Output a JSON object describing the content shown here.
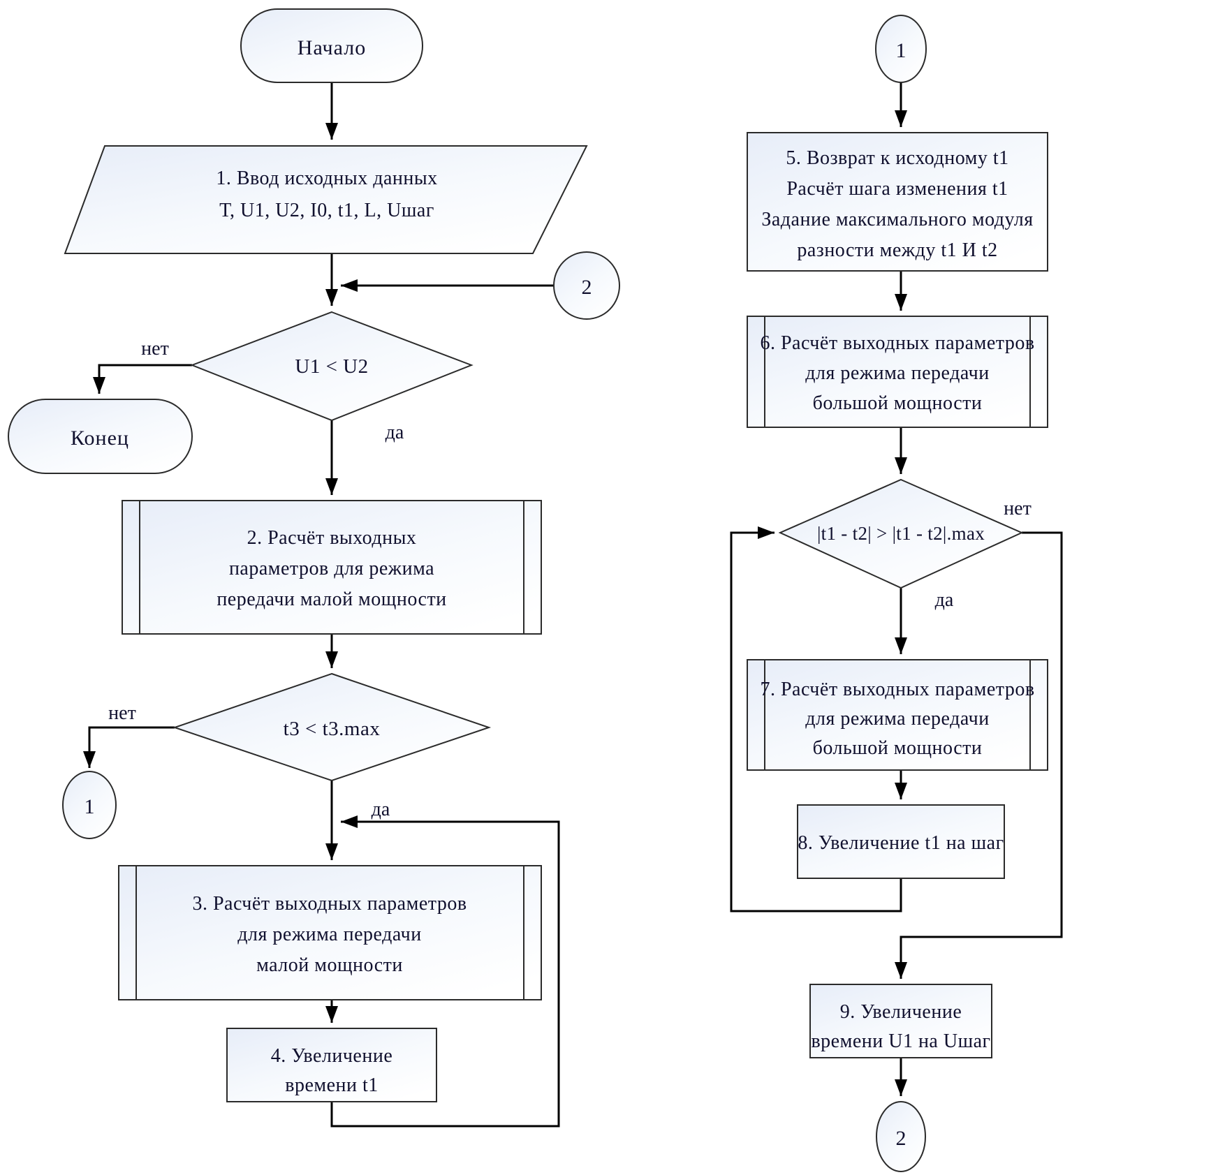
{
  "diagram_title": "Flowchart of transmission power calculation algorithm",
  "colors": {
    "background": "#ffffff",
    "shape_fill_top": "#e7edf8",
    "shape_fill_bottom": "#ffffff",
    "line": "#000000",
    "border": "#2b2b2b",
    "text": "#10102e"
  },
  "nodes": {
    "start": {
      "label": "Начало"
    },
    "input1": {
      "lines": [
        "1. Ввод исходных данных",
        "Т, U1, U2, I0, t1, L, Uшаг"
      ]
    },
    "decision1": {
      "label": "U1 < U2",
      "no": "нет",
      "yes": "да"
    },
    "end": {
      "label": "Конец"
    },
    "process2": {
      "lines": [
        "2. Расчёт выходных",
        "параметров для режима",
        "передачи малой мощности"
      ]
    },
    "decision2": {
      "label": "t3 < t3.max",
      "no": "нет",
      "yes": "да"
    },
    "connector1_left": {
      "label": "1"
    },
    "process3": {
      "lines": [
        "3. Расчёт выходных параметров",
        "для режима передачи",
        "малой мощности"
      ]
    },
    "process4": {
      "lines": [
        "4. Увеличение",
        "времени t1"
      ]
    },
    "connector2_left": {
      "label": "2"
    },
    "connector1_top": {
      "label": "1"
    },
    "process5": {
      "lines": [
        "5. Возврат к исходному t1",
        "Расчёт шага изменения t1",
        "Задание максимального модуля",
        "разности между t1 И t2"
      ]
    },
    "process6": {
      "lines": [
        "6. Расчёт выходных параметров",
        "для режима передачи",
        "большой мощности"
      ]
    },
    "decision3": {
      "label": "|t1 - t2| > |t1 - t2|.max",
      "no": "нет",
      "yes": "да"
    },
    "process7": {
      "lines": [
        "7. Расчёт выходных параметров",
        "для режима передачи",
        "большой мощности"
      ]
    },
    "process8": {
      "label": "8. Увеличение t1 на шаг"
    },
    "process9": {
      "lines": [
        "9. Увеличение",
        "времени U1 на Uшаг"
      ]
    },
    "connector2_bottom": {
      "label": "2"
    }
  }
}
